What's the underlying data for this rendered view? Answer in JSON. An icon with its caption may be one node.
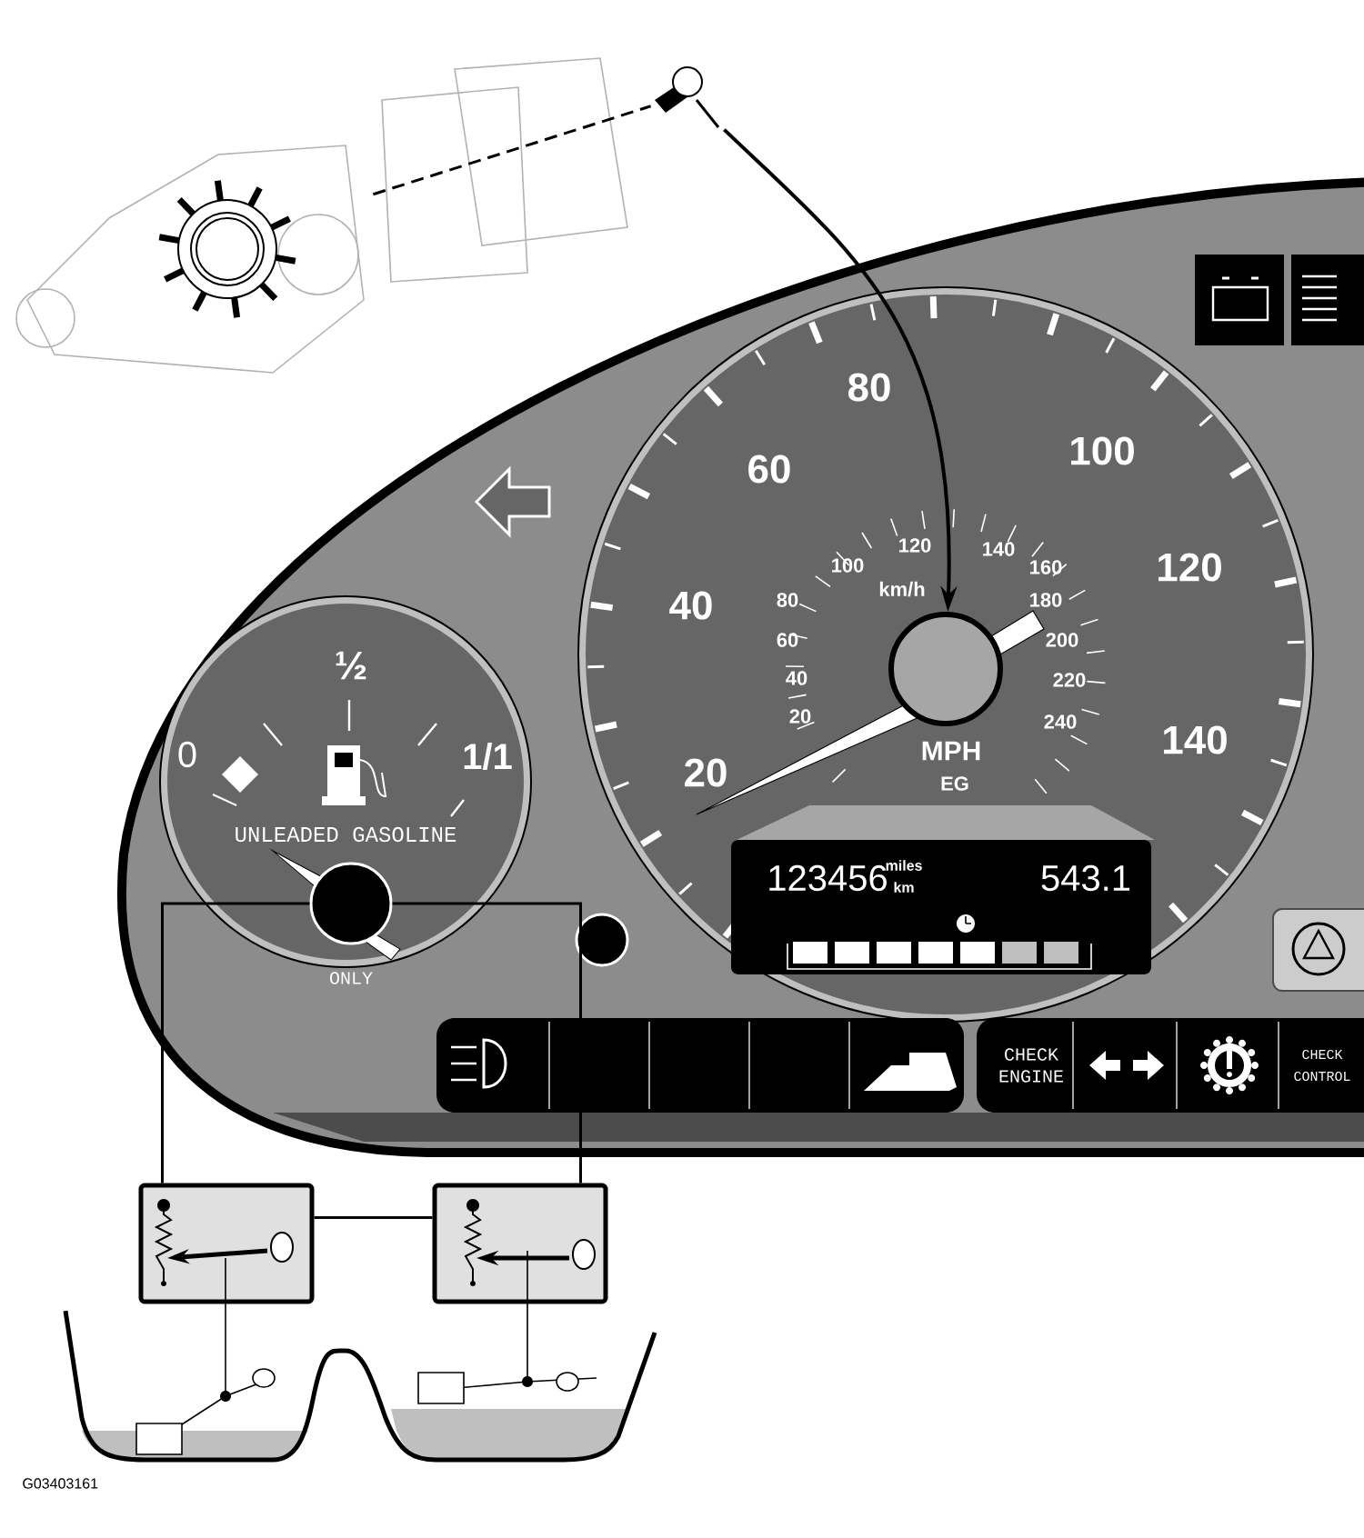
{
  "diagram": {
    "nodes": [
      {
        "text": [],
        "shape": "picture"
      },
      {
        "text": [],
        "shape": "picture"
      },
      {
        "text": [
          "80",
          "60",
          "100",
          "40",
          "120",
          "20",
          "140",
          "120",
          "140",
          "100",
          "160",
          "80",
          "km/h",
          "180",
          "60",
          "200",
          "40",
          "220",
          "20",
          "240",
          "MPH",
          "EG"
        ]
      },
      {
        "text": [],
        "shape": "circle",
        "in": 2
      },
      {
        "text": [
          "½",
          "0",
          "1/1",
          "UNLEADED GASOLINE",
          "ONLY"
        ]
      },
      {
        "text": [],
        "shape": "circle",
        "in": 4
      },
      {
        "text": [],
        "shape": "box"
      },
      {
        "text": [],
        "shape": "box"
      }
    ],
    "edges": [
      {
        "from": 0,
        "to": 1,
        "arrow": "none",
        "style": "dashed"
      },
      {
        "from": 1,
        "to": 3,
        "arrow": "to"
      },
      {
        "from": 5,
        "to": 6,
        "arrow": "none"
      },
      {
        "from": 5,
        "to": 7,
        "arrow": "none"
      },
      {
        "from": 6,
        "to": 7,
        "arrow": "none"
      }
    ],
    "labels": [
      "123456",
      "miles",
      "km",
      "543.1",
      "CHECK ENGINE",
      "CHECK CONTROL",
      "G03403161"
    ]
  }
}
